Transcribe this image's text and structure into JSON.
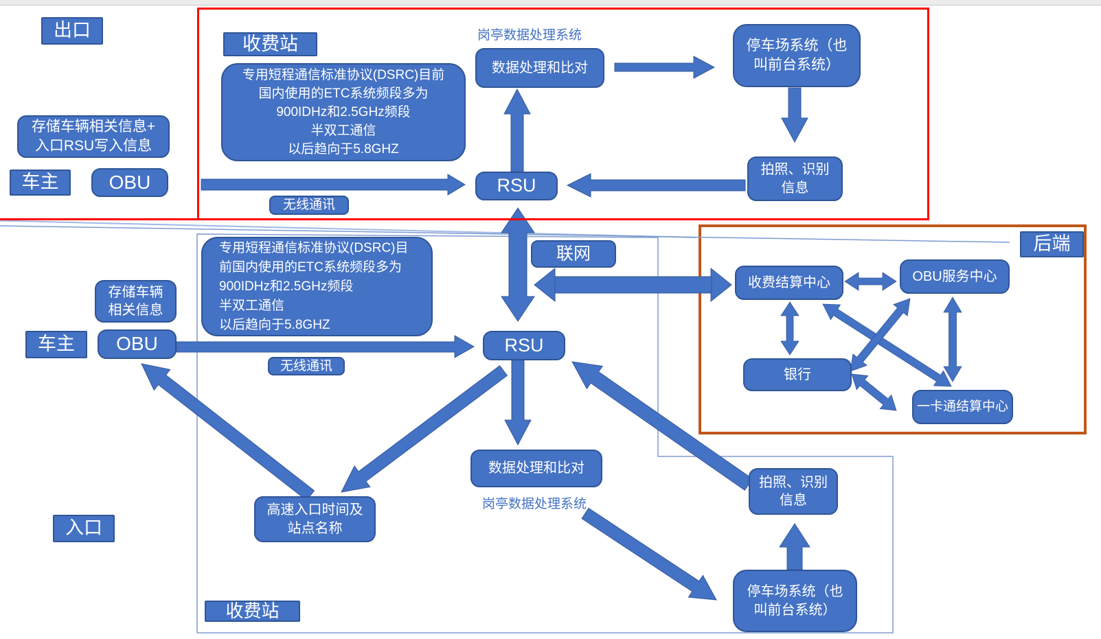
{
  "colors": {
    "box_fill": "#4472C4",
    "box_border": "#2F5597",
    "text": "#FFFFFF",
    "annotation_blue": "#4472C4",
    "exit_boundary_red": "#FE0000",
    "backend_boundary_orange": "#C0571A",
    "thin_line_blue": "#7E9BD1"
  },
  "sections": {
    "exit": {
      "label": "出口",
      "toll_station": "收费站",
      "booth_note": "岗亭数据处理系统",
      "owner": "车主",
      "obu": "OBU",
      "wireless": "无线通讯",
      "rsu": "RSU",
      "storage_line1": "存储车辆相关信息+",
      "storage_line2": "入口RSU写入信息",
      "dsrc_line1": "专用短程通信标准协议(DSRC)目前",
      "dsrc_line2": "国内使用的ETC系统频段多为",
      "dsrc_line3": "900IDHz和2.5GHz频段",
      "dsrc_line4": "半双工通信",
      "dsrc_line5": "以后趋向于5.8GHZ",
      "processing": "数据处理和比对",
      "parking_line1": "停车场系统（也",
      "parking_line2": "叫前台系统）",
      "photo_line1": "拍照、识别",
      "photo_line2": "信息"
    },
    "link": {
      "label": "联网"
    },
    "entrance": {
      "label": "入口",
      "toll_station": "收费站",
      "booth_note": "岗亭数据处理系统",
      "owner": "车主",
      "obu": "OBU",
      "wireless": "无线通讯",
      "rsu": "RSU",
      "storage_line1": "存储车辆",
      "storage_line2": "相关信息",
      "dsrc_line1": "专用短程通信标准协议(DSRC)目",
      "dsrc_line2": "前国内使用的ETC系统频段多为",
      "dsrc_line3": "900IDHz和2.5GHz频段",
      "dsrc_line4": "半双工通信",
      "dsrc_line5": "以后趋向于5.8GHZ",
      "processing": "数据处理和比对",
      "highway_line1": "高速入口时间及",
      "highway_line2": "站点名称",
      "photo_line1": "拍照、识别",
      "photo_line2": "信息",
      "parking_line1": "停车场系统（也",
      "parking_line2": "叫前台系统）"
    },
    "backend": {
      "label": "后端",
      "toll_settlement": "收费结算中心",
      "obu_service": "OBU服务中心",
      "bank": "银行",
      "card_settlement": "一卡通结算中心"
    }
  }
}
